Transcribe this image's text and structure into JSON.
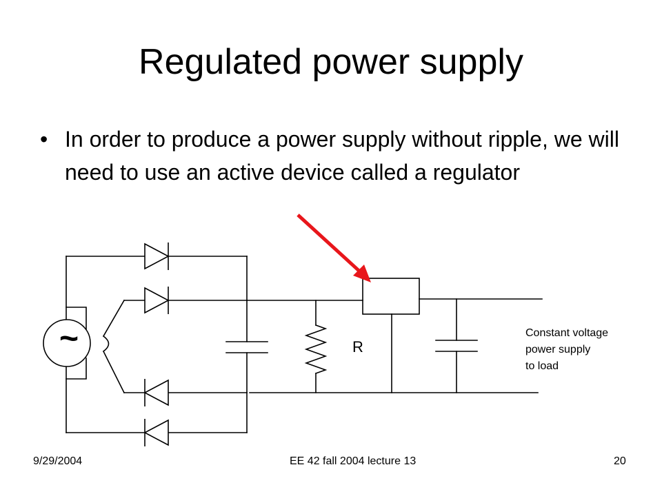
{
  "slide": {
    "title": "Regulated power supply",
    "bullets": [
      {
        "marker": "•",
        "text": "In order to produce a power supply without ripple, we will need to use an active device called a regulator"
      }
    ]
  },
  "diagram": {
    "source_symbol": "~",
    "resistor_label": "R",
    "output_note": [
      "Constant voltage",
      "power supply",
      "to load"
    ],
    "arrow_color": "#e8161b",
    "line_color": "#000000"
  },
  "footer": {
    "date": "9/29/2004",
    "course": "EE 42 fall 2004 lecture 13",
    "page": "20"
  }
}
